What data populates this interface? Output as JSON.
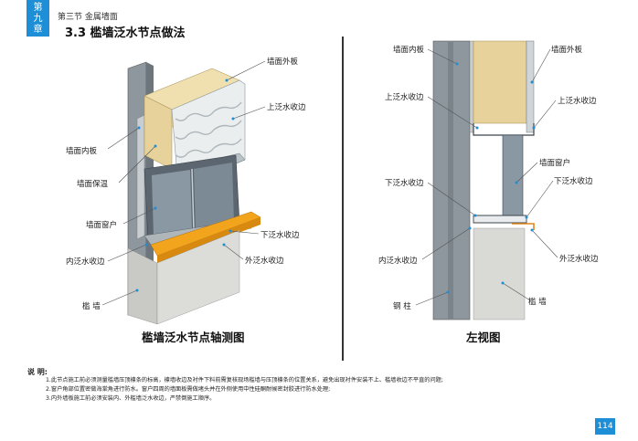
{
  "header": {
    "chapter_line1": "第",
    "chapter_line2": "九",
    "chapter_line3": "章",
    "section": "第三节  金属墙面",
    "title": "3.3  槛墙泛水节点做法"
  },
  "axonometric": {
    "caption": "槛墙泛水节点轴测图",
    "labels": {
      "wall_outer_panel": "墙面外板",
      "upper_flashing": "上泛水收边",
      "wall_inner_panel": "墙面内板",
      "wall_insulation": "墙面保温",
      "wall_window": "墙面窗户",
      "lower_flashing": "下泛水收边",
      "inner_flashing": "内泛水收边",
      "outer_flashing": "外泛水收边",
      "sill_wall": "槛    墙"
    }
  },
  "side_view": {
    "caption": "左视图",
    "labels": {
      "wall_inner_panel": "墙面内板",
      "wall_outer_panel": "墙面外板",
      "upper_flashing_left": "上泛水收边",
      "upper_flashing_right": "上泛水收边",
      "wall_window": "墙面窗户",
      "lower_flashing_left": "下泛水收边",
      "lower_flashing_right": "下泛水收边",
      "inner_flashing": "内泛水收边",
      "outer_flashing": "外泛水收边",
      "steel_column": "钢    柱",
      "sill_wall": "槛    墙"
    }
  },
  "notes": {
    "heading": "说  明:",
    "items": [
      "1.此节点施工前必须测量槛墙压顶檩条的标高，檩墙收边及衬件下料前需复核现场槛墙与压顶檩条的位置关系，避免出现衬件安装不上、槛墙收边不平直的问题;",
      "2.窗户角部位置密做海棠角进行防水。窗户四周的墙面板需做堵头并在外侧使用中性硅酮耐候密封胶进行防水处理;",
      "3.内外墙板施工前必须安装内、外槛墙泛水收边，严禁倒施工顺序。"
    ]
  },
  "page_number": "114",
  "colors": {
    "accent": "#1e8fd6",
    "insulation": "#e6d29a",
    "flashing_orange": "#f2a51c",
    "steel": "#8e979d",
    "concrete": "#d9d9d6",
    "glass": "#7c8a96"
  }
}
